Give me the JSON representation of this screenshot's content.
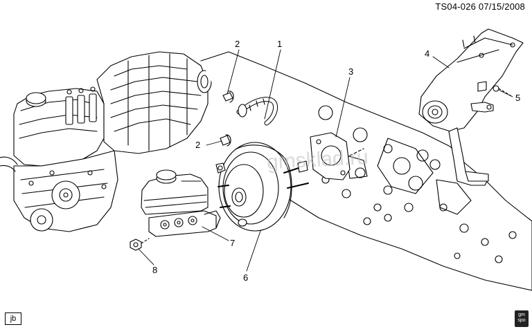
{
  "header": {
    "diagram_id": "TS04-026",
    "date": "07/15/2008"
  },
  "watermark": "gmsklad.ru",
  "footer": {
    "code_box": "jb",
    "logo_top": "gm",
    "logo_bottom": "spo"
  },
  "callouts": [
    {
      "id": "1",
      "label": "1"
    },
    {
      "id": "2a",
      "label": "2"
    },
    {
      "id": "2b",
      "label": "2"
    },
    {
      "id": "3",
      "label": "3"
    },
    {
      "id": "4",
      "label": "4"
    },
    {
      "id": "5",
      "label": "5"
    },
    {
      "id": "6",
      "label": "6"
    },
    {
      "id": "7",
      "label": "7"
    },
    {
      "id": "8",
      "label": "8"
    }
  ]
}
